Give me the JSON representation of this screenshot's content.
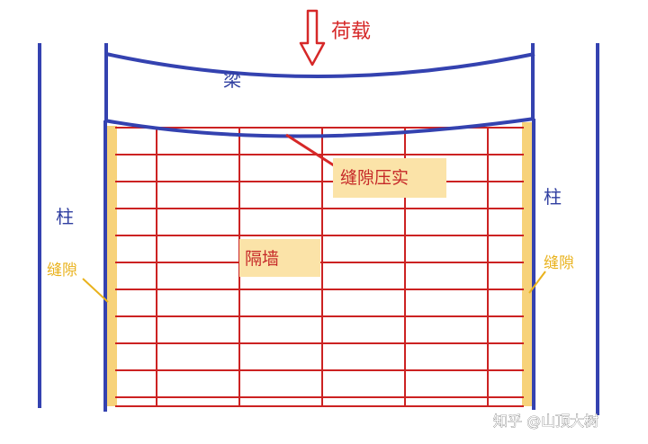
{
  "labels": {
    "load": "荷载",
    "beam": "梁",
    "column_left": "柱",
    "column_right": "柱",
    "gap_left": "缝隙",
    "gap_right": "缝隙",
    "gap_compacted": "缝隙压实",
    "partition_wall": "隔墙"
  },
  "watermark": "知乎 @山顶大树",
  "colors": {
    "structure_blue": "#3442b0",
    "brick_red": "#cc2222",
    "gap_yellow": "#f7d27a",
    "label_bg": "#fbe3a8",
    "load_arrow": "#d62828"
  },
  "icons": [
    "down-arrow-icon"
  ]
}
